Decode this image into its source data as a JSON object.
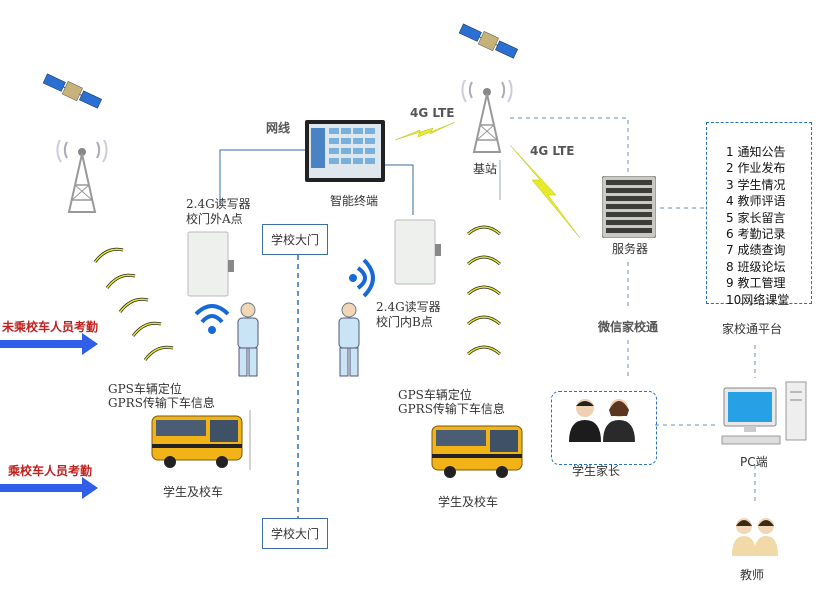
{
  "labels": {
    "wire": "网线",
    "lte_left": "4G LTE",
    "lte_right": "4G LTE",
    "base_station": "基站",
    "smart_terminal": "智能终端",
    "server": "服务器",
    "reader_a_line1": "2.4G读写器",
    "reader_a_line2": "校门外A点",
    "reader_b_line1": "2.4G读写器",
    "reader_b_line2": "校门内B点",
    "gate_top": "学校大门",
    "gate_bottom": "学校大门",
    "no_bus_attendance": "未乘校车人员考勤",
    "bus_attendance": "乘校车人员考勤",
    "gps_left_line1": "GPS车辆定位",
    "gps_left_line2": "GPRS传输下车信息",
    "gps_right_line1": "GPS车辆定位",
    "gps_right_line2": "GPRS传输下车信息",
    "student_bus_left": "学生及校车",
    "student_bus_right": "学生及校车",
    "wechat_school": "微信家校通",
    "platform": "家校通平台",
    "parents": "学生家长",
    "pc": "PC端",
    "teacher": "教师"
  },
  "platform_items": [
    "1 通知公告",
    "2 作业发布",
    "3 学生情况",
    "4 教师评语",
    "5 家长留言",
    "6 考勤记录",
    "7 成绩查询",
    "8 班级论坛",
    "9 教工管理",
    "10网络课堂"
  ],
  "colors": {
    "line_blue": "#3a6ea5",
    "arrow_blue": "#2f5fe8",
    "signal_yellow": "#e8e83a",
    "title_red": "#c0201e"
  }
}
